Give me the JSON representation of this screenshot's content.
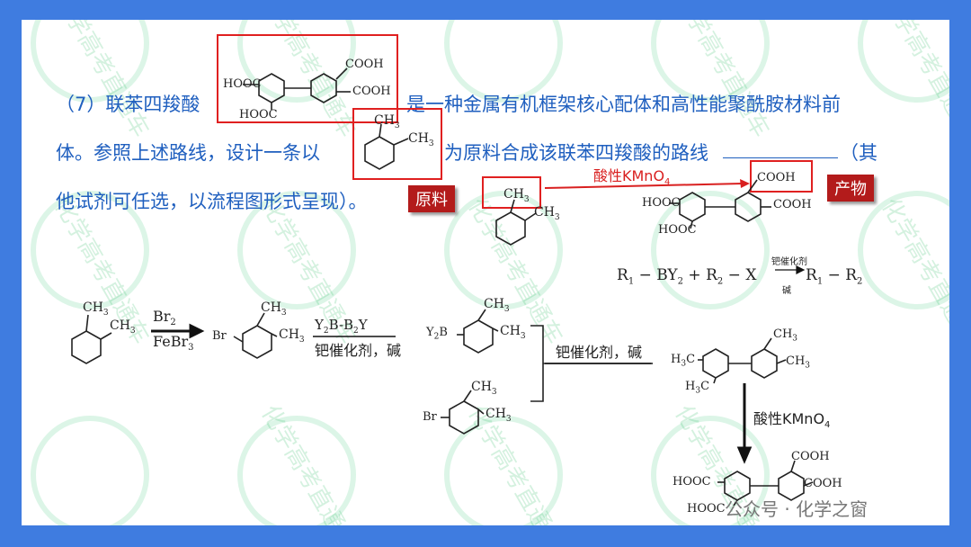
{
  "question": {
    "line1_prefix": "（7）联苯四羧酸",
    "line1_suffix": "是一种金属有机框架核心配体和高性能聚酰胺材料前",
    "line2_prefix": "体。参照上述路线，设计一条以",
    "line2_suffix": "为原料合成该联苯四羧酸的路线",
    "line2_end": "（其",
    "line3": "他试剂可任选，以流程图形式呈现）。"
  },
  "tags": {
    "raw": "原料",
    "product": "产物"
  },
  "labels": {
    "cooh": "COOH",
    "hooc": "HOOC",
    "ch3": "CH",
    "sub3": "3",
    "h3c": "H",
    "c": "C",
    "oxidant": "酸性KMnO",
    "sub4": "4",
    "br": "Br",
    "reagent1_top": "Br",
    "reagent1_top_sub": "2",
    "reagent1_bottom": "FeBr",
    "reagent1_bottom_sub": "3",
    "reagent2_top": "Y",
    "reagent2_top_sub": "2",
    "reagent2_top_mid": "B-B",
    "reagent2_top_sub2": "2",
    "reagent2_top_end": "Y",
    "reagent2_bottom": "钯催化剂，碱",
    "y2b": "Y",
    "y2b_sub": "2",
    "y2b_end": "B",
    "coupling": "钯催化剂，碱"
  },
  "reaction_rule": {
    "r1": "R",
    "s1": "1",
    "by": " − BY",
    "s2": "2",
    "plus": " + R",
    "s3": "2",
    "x": " − X",
    "catalyst": "钯催化剂",
    "base": "碱",
    "prod_r1": "R",
    "prod_s1": "1",
    "prod_mid": " − R",
    "prod_s2": "2"
  },
  "watermark": {
    "text": "化学高考直通车",
    "footer": "公众号 · 化学之窗"
  }
}
